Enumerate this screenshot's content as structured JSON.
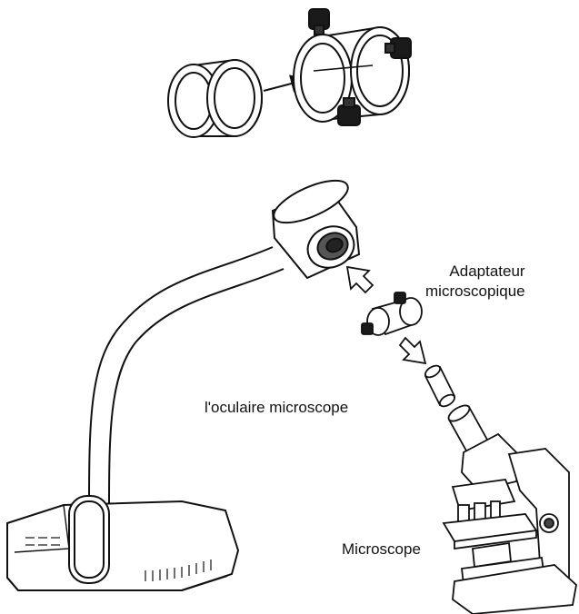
{
  "labels": {
    "adapter_line1": "Adaptateur",
    "adapter_line2": "microscopique",
    "ocular": "l'oculaire microscope",
    "microscope": "Microscope"
  },
  "icons": [
    "adapter-ring-icon",
    "adapter-clamp-icon",
    "camera-head-icon",
    "document-camera-base-icon",
    "gooseneck-arm-icon",
    "eyepiece-icon",
    "microscope-icon",
    "arrow-icon"
  ],
  "colors": {
    "stroke": "#111111",
    "knob": "#1a1a1a",
    "fill": "#ffffff",
    "shade": "#d9d9d9"
  }
}
